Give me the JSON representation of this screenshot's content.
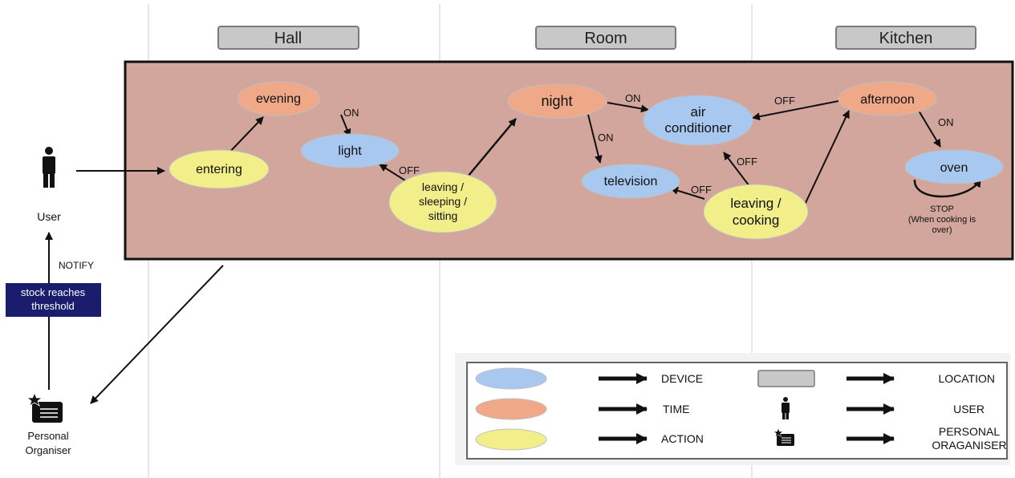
{
  "locations": {
    "hall": "Hall",
    "room": "Room",
    "kitchen": "Kitchen"
  },
  "nodes": {
    "evening": "evening",
    "entering": "entering",
    "light": "light",
    "leaving1_l1": "leaving /",
    "leaving1_l2": "sleeping /",
    "leaving1_l3": "sitting",
    "night": "night",
    "ac_l1": "air",
    "ac_l2": "conditioner",
    "television": "television",
    "leaving2_l1": "leaving /",
    "leaving2_l2": "cooking",
    "afternoon": "afternoon",
    "oven": "oven"
  },
  "edge_labels": {
    "evening_light": "ON",
    "leaving_light": "OFF",
    "night_ac": "ON",
    "night_tv": "ON",
    "afternoon_ac": "OFF",
    "cooking_ac": "OFF",
    "cooking_tv": "OFF",
    "afternoon_oven": "ON",
    "oven_stop_l1": "STOP",
    "oven_stop_l2": "(When cooking is",
    "oven_stop_l3": "over)"
  },
  "user": {
    "label": "User"
  },
  "notify": "NOTIFY",
  "stock": {
    "line1": "stock reaches",
    "line2": "threshold"
  },
  "organiser": {
    "line1": "Personal",
    "line2": "Organiser"
  },
  "legend": {
    "device": "DEVICE",
    "time": "TIME",
    "action": "ACTION",
    "location": "LOCATION",
    "user": "USER",
    "organiser_l1": "PERSONAL",
    "organiser_l2": "ORAGANISER"
  },
  "colors": {
    "device": "#a9c8ef",
    "time": "#f0a988",
    "action": "#f2ee8a",
    "location": "#c8c8c8",
    "panel": "#d2a69d",
    "stock_box": "#1a1c6e"
  }
}
